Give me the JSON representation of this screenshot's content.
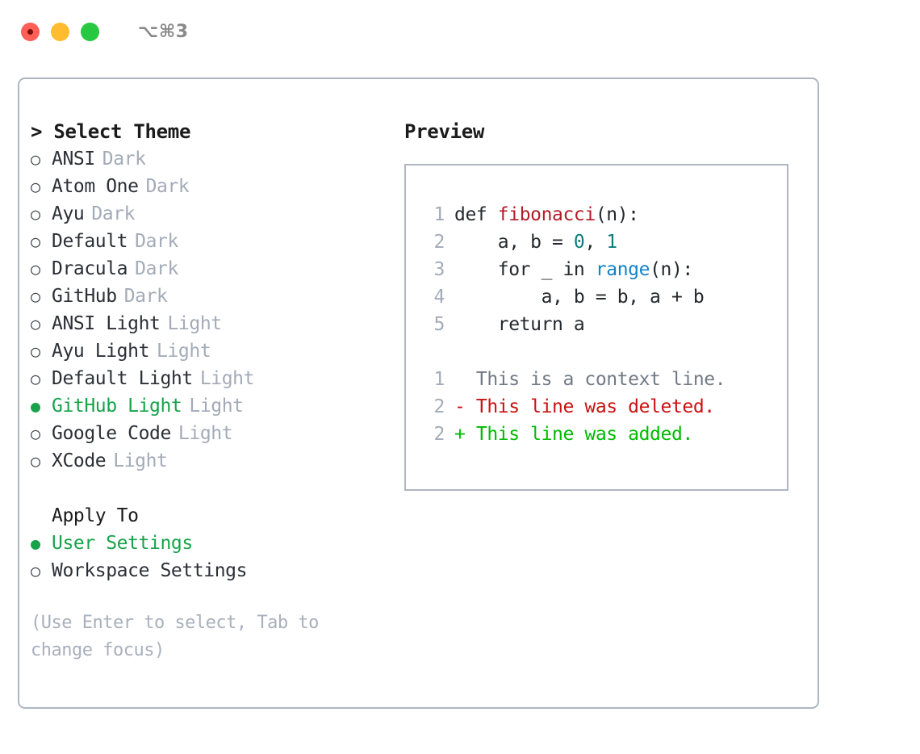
{
  "titlebar": {
    "shortcut": "⌥⌘3",
    "lights": [
      {
        "name": "close",
        "color": "#ff5f57"
      },
      {
        "name": "minimize",
        "color": "#febc2e"
      },
      {
        "name": "zoom",
        "color": "#28c840"
      }
    ]
  },
  "accent": {
    "selected_green": "#16a34a",
    "muted": "#a3abb8",
    "border": "#aeb6c2"
  },
  "theme_picker": {
    "prompt_prefix": "> ",
    "title": "Select Theme",
    "radio_on": "●",
    "radio_off": "○",
    "items": [
      {
        "label": "ANSI",
        "variant": "Dark",
        "selected": false
      },
      {
        "label": "Atom One",
        "variant": "Dark",
        "selected": false
      },
      {
        "label": "Ayu",
        "variant": "Dark",
        "selected": false
      },
      {
        "label": "Default",
        "variant": "Dark",
        "selected": false
      },
      {
        "label": "Dracula",
        "variant": "Dark",
        "selected": false
      },
      {
        "label": "GitHub",
        "variant": "Dark",
        "selected": false
      },
      {
        "label": "ANSI Light",
        "variant": "Light",
        "selected": false
      },
      {
        "label": "Ayu Light",
        "variant": "Light",
        "selected": false
      },
      {
        "label": "Default Light",
        "variant": "Light",
        "selected": false
      },
      {
        "label": "GitHub Light",
        "variant": "Light",
        "selected": true
      },
      {
        "label": "Google Code",
        "variant": "Light",
        "selected": false
      },
      {
        "label": "XCode",
        "variant": "Light",
        "selected": false
      }
    ]
  },
  "apply_to": {
    "title": "Apply To",
    "items": [
      {
        "label": "User Settings",
        "selected": true
      },
      {
        "label": "Workspace Settings",
        "selected": false
      }
    ]
  },
  "hint": "(Use Enter to select, Tab to change focus)",
  "preview": {
    "title": "Preview",
    "code_lines": [
      {
        "no": "1",
        "segments": [
          {
            "text": "def ",
            "kind": "plain"
          },
          {
            "text": "fibonacci",
            "kind": "fn"
          },
          {
            "text": "(n):",
            "kind": "plain"
          }
        ]
      },
      {
        "no": "2",
        "segments": [
          {
            "text": "    a, b = ",
            "kind": "plain"
          },
          {
            "text": "0",
            "kind": "num"
          },
          {
            "text": ", ",
            "kind": "plain"
          },
          {
            "text": "1",
            "kind": "num"
          }
        ]
      },
      {
        "no": "3",
        "segments": [
          {
            "text": "    for _ in ",
            "kind": "plain"
          },
          {
            "text": "range",
            "kind": "call"
          },
          {
            "text": "(n):",
            "kind": "plain"
          }
        ]
      },
      {
        "no": "4",
        "segments": [
          {
            "text": "        a, b = b, a + b",
            "kind": "plain"
          }
        ]
      },
      {
        "no": "5",
        "segments": [
          {
            "text": "    return a",
            "kind": "plain"
          }
        ]
      }
    ],
    "diff_lines": [
      {
        "no": "1",
        "marker": "  ",
        "text": "This is a context line.",
        "kind": "context"
      },
      {
        "no": "2",
        "marker": "- ",
        "text": "This line was deleted.",
        "kind": "deleted"
      },
      {
        "no": "2",
        "marker": "+ ",
        "text": "This line was added.",
        "kind": "added"
      }
    ]
  }
}
